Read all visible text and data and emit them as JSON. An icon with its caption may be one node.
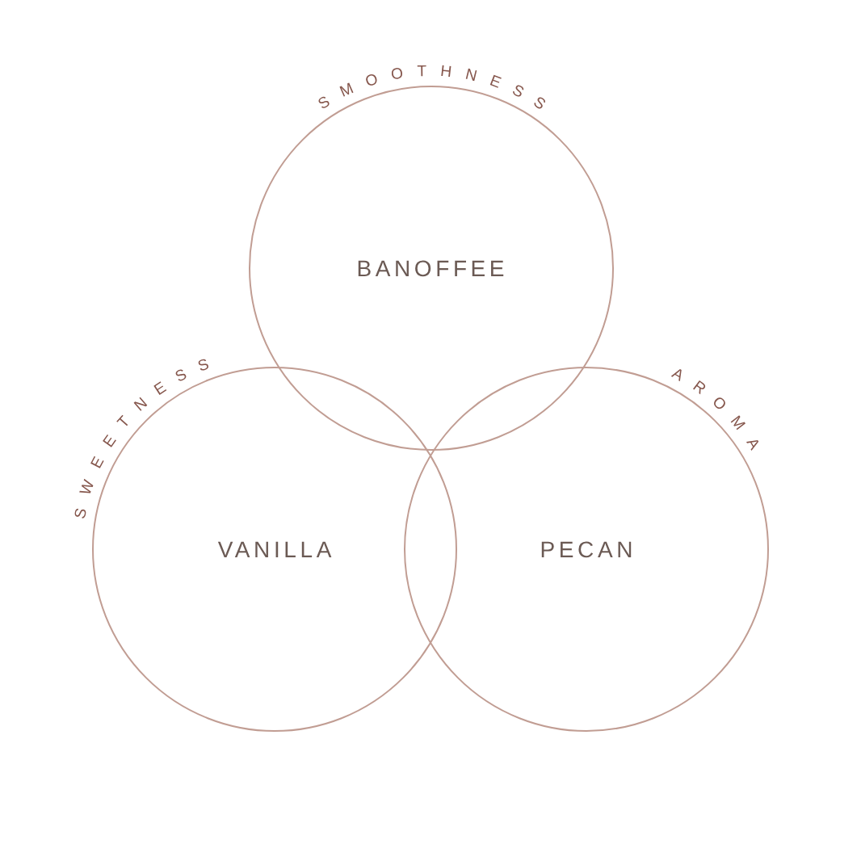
{
  "diagram": {
    "nodes": [
      {
        "text": [
          "SMOOTHNESS",
          "BANOFFEE"
        ]
      },
      {
        "text": [
          "SWEETNESS",
          "VANILLA"
        ]
      },
      {
        "text": [
          "AROMA",
          "PECAN"
        ]
      }
    ]
  }
}
